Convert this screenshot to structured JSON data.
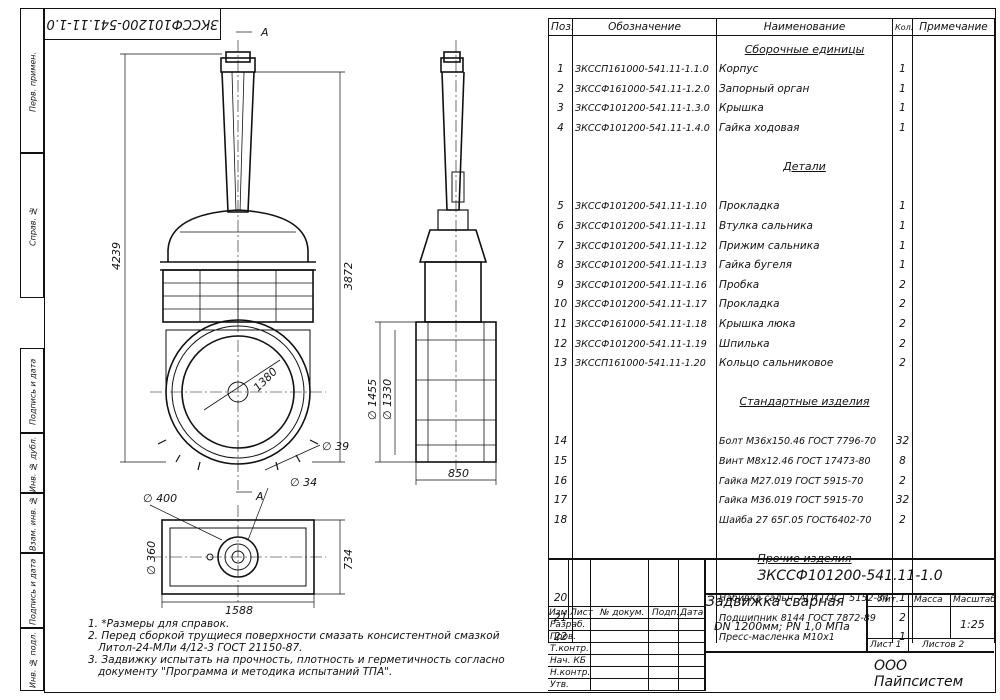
{
  "doc_code_rotated": "ЗКССФ101200-541.11-1.0",
  "left_strip": [
    "Перв. примен.",
    "Справ. №",
    "Подпись и дата",
    "Инв. № дубл.",
    "Взам. инв. №",
    "Подпись и дата",
    "Инв. № подл."
  ],
  "dims": {
    "section_mark_top": "А",
    "section_mark_bottom": "А",
    "overall_height": "4239",
    "body_height": "3872",
    "bore_dia": "1380",
    "hole_dia": "∅ 39",
    "flange_outer": "∅ 1455",
    "flange_bolt": "∅ 1330",
    "side_width": "850",
    "plan_dia_400": "∅ 400",
    "plan_dia_34": "∅ 34",
    "plan_dia_360": "∅ 360",
    "plan_width": "1588",
    "plan_depth": "734"
  },
  "notes": [
    "1. *Размеры для справок.",
    "2. Перед сборкой трущиеся поверхности смазать консистентной смазкой",
    "Литол-24-МЛи 4/12-3 ГОСТ 21150-87.",
    "3. Задвижку испытать на прочность, плотность и герметичность согласно",
    "документу \"Программа и методика испытаний ТПА\"."
  ],
  "spec_header": {
    "pos": "Поз.",
    "designation": "Обозначение",
    "name": "Наименование",
    "qty": "Кол.",
    "note": "Примечание"
  },
  "spec_rows": [
    {
      "type": "section",
      "name": "Сборочные единицы"
    },
    {
      "pos": "1",
      "designation": "ЗКССП161000-541.11-1.1.0",
      "name": "Корпус",
      "qty": "1"
    },
    {
      "pos": "2",
      "designation": "ЗКССФ161000-541.11-1.2.0",
      "name": "Запорный орган",
      "qty": "1"
    },
    {
      "pos": "3",
      "designation": "ЗКССФ101200-541.11-1.3.0",
      "name": "Крышка",
      "qty": "1"
    },
    {
      "pos": "4",
      "designation": "ЗКССФ101200-541.11-1.4.0",
      "name": "Гайка ходовая",
      "qty": "1"
    },
    {
      "type": "blank"
    },
    {
      "type": "section",
      "name": "Детали"
    },
    {
      "type": "blank"
    },
    {
      "pos": "5",
      "designation": "ЗКССФ101200-541.11-1.10",
      "name": "Прокладка",
      "qty": "1"
    },
    {
      "pos": "6",
      "designation": "ЗКССФ101200-541.11-1.11",
      "name": "Втулка сальника",
      "qty": "1"
    },
    {
      "pos": "7",
      "designation": "ЗКССФ101200-541.11-1.12",
      "name": "Прижим сальника",
      "qty": "1"
    },
    {
      "pos": "8",
      "designation": "ЗКССФ101200-541.11-1.13",
      "name": "Гайка бугеля",
      "qty": "1"
    },
    {
      "pos": "9",
      "designation": "ЗКССФ101200-541.11-1.16",
      "name": "Пробка",
      "qty": "2"
    },
    {
      "pos": "10",
      "designation": "ЗКССФ101200-541.11-1.17",
      "name": "Прокладка",
      "qty": "2"
    },
    {
      "pos": "11",
      "designation": "ЗКССФ161000-541.11-1.18",
      "name": "Крышка люка",
      "qty": "2"
    },
    {
      "pos": "12",
      "designation": "ЗКССФ101200-541.11-1.19",
      "name": "Шпилька",
      "qty": "2"
    },
    {
      "pos": "13",
      "designation": "ЗКССП161000-541.11-1.20",
      "name": "Кольцо сальниковое",
      "qty": "2"
    },
    {
      "type": "blank"
    },
    {
      "type": "section",
      "name": "Стандартные изделия"
    },
    {
      "type": "blank"
    },
    {
      "pos": "14",
      "designation": "",
      "name": "Болт М36х150.46 ГОСТ 7796-70",
      "qty": "32"
    },
    {
      "pos": "15",
      "designation": "",
      "name": "Винт М8х12.46 ГОСТ 17473-80",
      "qty": "8"
    },
    {
      "pos": "16",
      "designation": "",
      "name": "Гайка М27.019 ГОСТ 5915-70",
      "qty": "2"
    },
    {
      "pos": "17",
      "designation": "",
      "name": "Гайка М36.019 ГОСТ 5915-70",
      "qty": "32"
    },
    {
      "pos": "18",
      "designation": "",
      "name": "Шайба 27 65Г.05 ГОСТ6402-70",
      "qty": "2"
    },
    {
      "type": "blank"
    },
    {
      "type": "section",
      "name": "Прочие изделия"
    },
    {
      "type": "blank"
    },
    {
      "pos": "20",
      "designation": "",
      "name": "Набивка сальн. АГИ ГОСТ 5152-84",
      "qty": "1"
    },
    {
      "pos": "21",
      "designation": "",
      "name": "Подшипник 8144 ГОСТ 7872-89",
      "qty": "2"
    },
    {
      "pos": "22",
      "designation": "",
      "name": "Пресс-масленка М10х1",
      "qty": "1"
    }
  ],
  "title_block": {
    "code": "ЗКССФ101200-541.11-1.0",
    "name": "Задвижка сварная",
    "params": "DN 1200мм; PN 1,0 МПа",
    "org": "ООО Пайпсистем",
    "lit": "Лит.",
    "mass": "Масса",
    "scale_label": "Масштаб",
    "scale": "1:25",
    "sheet": "Лист 1",
    "sheets": "Листов 2",
    "col_izm": "Изм.",
    "col_list": "Лист",
    "col_doc": "№ докум.",
    "col_sign": "Подп.",
    "col_date": "Дата",
    "roles": [
      "Разраб.",
      "Пров.",
      "Т.контр.",
      "Нач. КБ",
      "Н.контр.",
      "Утв."
    ]
  }
}
